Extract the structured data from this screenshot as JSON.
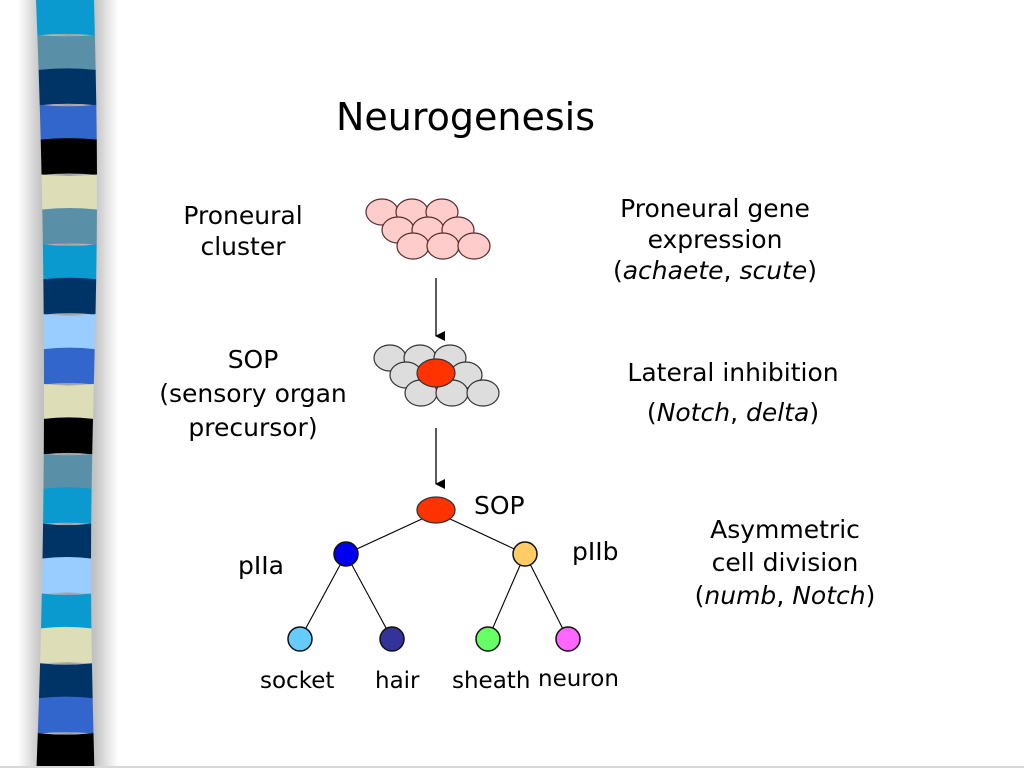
{
  "slide": {
    "title": "Neurogenesis",
    "stripe_colors": [
      "#0a9ad0",
      "#5a8fa8",
      "#003366",
      "#3366cc",
      "#000000",
      "#ddddb8",
      "#5a8fa8",
      "#0a9ad0",
      "#003366",
      "#99ccff",
      "#3366cc",
      "#ddddb8",
      "#000000",
      "#5a8fa8",
      "#0a9ad0",
      "#003366",
      "#99ccff",
      "#0a9ad0",
      "#ddddb8",
      "#003366",
      "#3366cc",
      "#000000"
    ]
  },
  "stages": [
    {
      "label_lines": [
        "Proneural",
        "cluster"
      ],
      "description": {
        "lines": [
          "Proneural gene",
          "expression"
        ],
        "genes_open": "(",
        "gene1": "achaete",
        "sep": ", ",
        "gene2": "scute",
        "genes_close": ")"
      },
      "cell_color": "#ffcccc"
    },
    {
      "label_lines": [
        "SOP",
        "(sensory organ",
        "precursor)"
      ],
      "description": {
        "lines": [
          "Lateral inhibition"
        ],
        "genes_open": "(",
        "gene1": "Notch",
        "sep": ", ",
        "gene2": "delta",
        "genes_close": ")"
      },
      "cell_color": "#dddddd",
      "selected_cell_color": "#ff3300"
    },
    {
      "description": {
        "lines": [
          "Asymmetric",
          "cell division"
        ],
        "genes_open": "(",
        "gene1": "numb",
        "sep": ", ",
        "gene2": "Notch",
        "genes_close": ")"
      }
    }
  ],
  "lineage": {
    "root": {
      "label": "SOP",
      "color": "#ff3300"
    },
    "children": [
      {
        "label": "pIIa",
        "color": "#0000ee",
        "children": [
          {
            "label": "socket",
            "color": "#66ccff"
          },
          {
            "label": "hair",
            "color": "#333399"
          }
        ]
      },
      {
        "label": "pIIb",
        "color": "#ffcc66",
        "children": [
          {
            "label": "sheath",
            "color": "#66ff66"
          },
          {
            "label": "neuron",
            "color": "#ff66ff"
          }
        ]
      }
    ]
  }
}
